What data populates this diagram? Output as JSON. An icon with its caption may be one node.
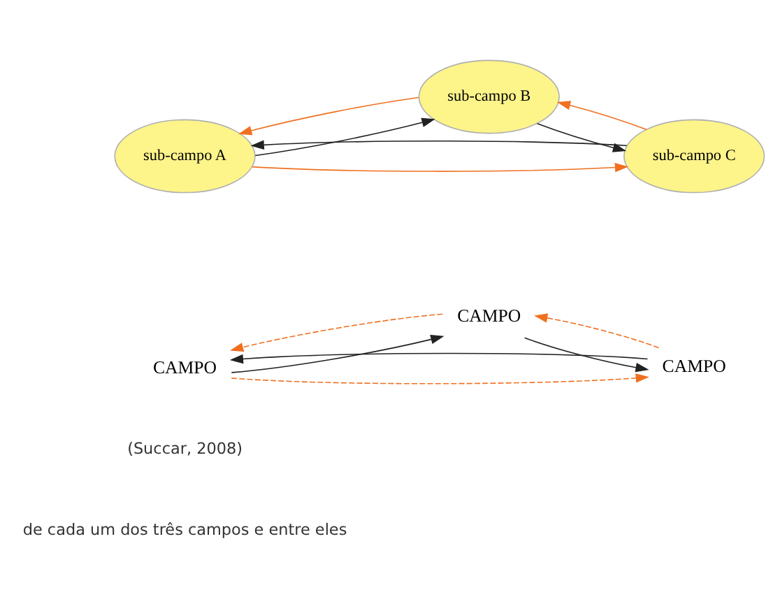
{
  "diagram": {
    "nodes": [
      {
        "text": [
          "CAMPO"
        ]
      },
      {
        "text": [
          "CAMPO"
        ]
      },
      {
        "text": [
          "CAMPO"
        ]
      },
      {
        "text": [
          "sub-campo A"
        ]
      },
      {
        "text": [
          "sub-campo B"
        ]
      },
      {
        "text": [
          "sub-campo C"
        ]
      }
    ],
    "edges": [
      {
        "from": 2,
        "to": 0,
        "arrow": "to"
      },
      {
        "from": 0,
        "to": 2,
        "arrow": "to",
        "style": "dashed",
        "color": "#f07020"
      },
      {
        "from": 0,
        "to": 1,
        "arrow": "to"
      },
      {
        "from": 1,
        "to": 0,
        "arrow": "to",
        "style": "dashed",
        "color": "#f07020"
      },
      {
        "from": 2,
        "to": 1,
        "arrow": "to",
        "style": "dashed",
        "color": "#f07020"
      },
      {
        "from": 1,
        "to": 2,
        "arrow": "to"
      },
      {
        "from": 3,
        "to": 4,
        "arrow": "to"
      },
      {
        "from": 4,
        "to": 3,
        "arrow": "to",
        "color": "#f07020"
      },
      {
        "from": 3,
        "to": 5,
        "arrow": "to",
        "color": "#f07020"
      },
      {
        "from": 5,
        "to": 3,
        "arrow": "to"
      },
      {
        "from": 5,
        "to": 4,
        "arrow": "to",
        "color": "#f07020"
      },
      {
        "from": 4,
        "to": 5,
        "arrow": "to"
      }
    ],
    "labels": [
      "de cada um dos três campos e entre eles",
      "(Succar, 2008)"
    ]
  }
}
